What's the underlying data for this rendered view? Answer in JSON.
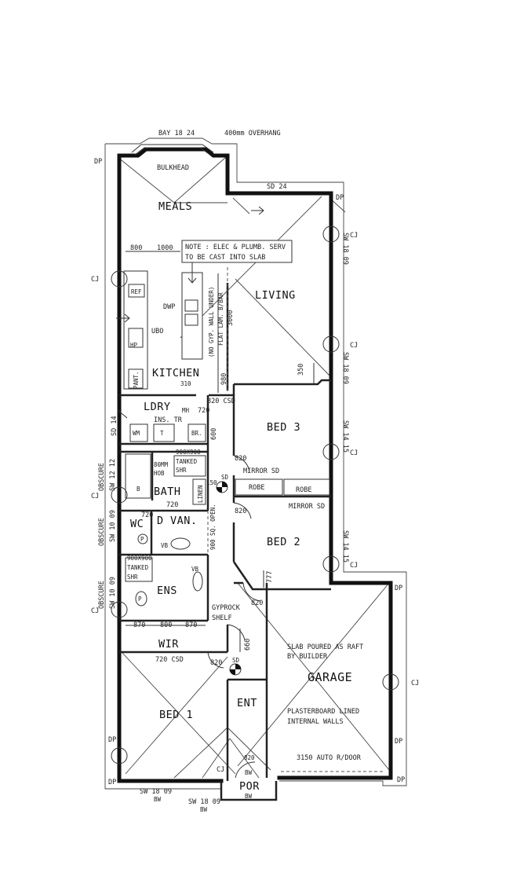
{
  "rooms": {
    "meals": "MEALS",
    "living": "LIVING",
    "kitchen": "KITCHEN",
    "ldry": "LDRY",
    "bath": "BATH",
    "wc": "WC",
    "van": "VAN.",
    "ens": "ENS",
    "wir": "WIR",
    "bed1": "BED 1",
    "bed2": "BED 2",
    "bed3": "BED 3",
    "garage": "GARAGE",
    "ent": "ENT",
    "por": "POR"
  },
  "labels": {
    "bay": "BAY 18 24",
    "overhang": "400mm OVERHANG",
    "bulkhead": "BULKHEAD",
    "sd24": "SD 24",
    "note1": "NOTE : ELEC & PLUMB. SERV",
    "note2": "TO BE CAST INTO SLAB",
    "d800": "800",
    "d1000": "1000",
    "ref": "REF",
    "dwp": "DWP",
    "ubo": "UBO",
    "hp": "HP",
    "pant": "PANT.",
    "d3000": "3000",
    "gyp1": "(NO GYP. WALL UNDER)",
    "gyp2": "FLAT LAM. B/BAR",
    "d980": "980",
    "d350": "350",
    "d310": "310",
    "d820csd": "820 CSD",
    "d720a": "720",
    "mh": "MH",
    "ins_tr": "INS. TR",
    "wm": "WM",
    "t": "T",
    "br": "BR.",
    "sd14": "SD 14",
    "d600": "600",
    "mm80": "80MM",
    "hob": "HOB",
    "shr900": "900X900",
    "tanked": "TANKED",
    "shr": "SHR",
    "b": "B",
    "linen": "LINEN",
    "d150": "150",
    "sd": "SD",
    "d720b": "720",
    "d720c": "720",
    "d": "D",
    "vb": "VB",
    "p": "P",
    "sq_open": "900 SQ. OPEN.",
    "shr900b": "900X900",
    "tankedb": "TANKED",
    "shrb": "SHR",
    "vb2": "VB",
    "p2": "P",
    "gyprock1": "GYPROCK",
    "gyprock2": "SHELF",
    "d870a": "870",
    "d800b": "800",
    "d870b": "870",
    "d720csd": "720 CSD",
    "d660": "660",
    "d820a": "820",
    "mirror_sd1": "MIRROR SD",
    "robe1": "ROBE",
    "robe2": "ROBE",
    "mirror_sd2": "MIRROR SD",
    "d820b": "820",
    "d820c": "820",
    "d777": "777",
    "d820d": "820",
    "slab1": "SLAB POURED AS RAFT",
    "slab2": "BY BUILDER",
    "plaster1": "PLASTERBOARD LINED",
    "plaster2": "INTERNAL WALLS",
    "d3150": "3150 AUTO R/DOOR",
    "d820e": "820",
    "bw1": "BW",
    "bw2": "BW",
    "bw3": "BW",
    "bw4": "BW",
    "sw1809a": "SW 18 09",
    "sw1809b": "SW 18 09",
    "sw1809c": "SW 18 09",
    "sw1809d": "SW 18 09",
    "sw1415a": "SW 14 15",
    "sw1415b": "SW 14 15",
    "sw1212": "SW 12 12",
    "sw1009a": "SW 10 09",
    "sw1009b": "SW 10 09",
    "obscure1": "OBSCURE",
    "obscure2": "OBSCURE",
    "obscure3": "OBSCURE",
    "dp": "DP",
    "cj": "CJ"
  }
}
